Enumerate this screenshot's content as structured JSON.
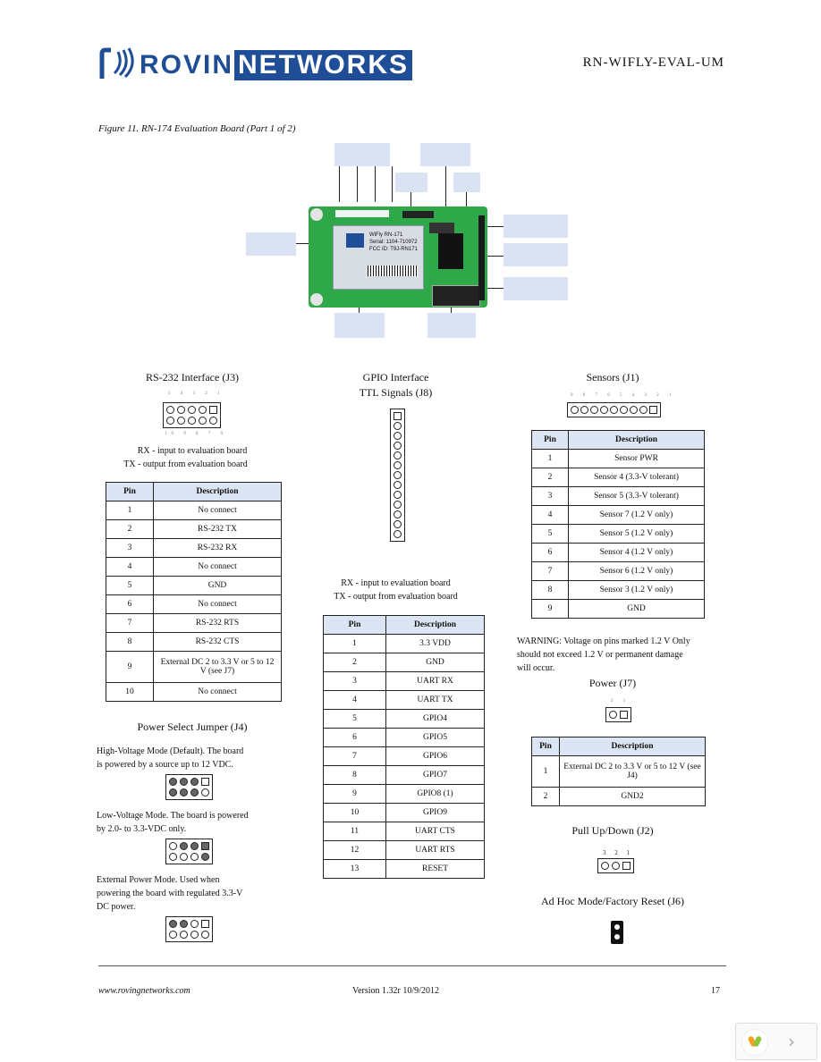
{
  "header": {
    "logo_text_1": "ROVING",
    "logo_text_2": "NETWORKS",
    "doc_id": "RN-WIFLY-EVAL-UM"
  },
  "figure": {
    "caption": "Figure 11. RN-174 Evaluation Board (Part 1 of 2)",
    "board_module_text": [
      "WiFly RN-171",
      "Serial: 1104-710972",
      "FCC ID: T9J-RN171"
    ]
  },
  "rs232": {
    "title": "RS-232 Interface (J3)",
    "top_pins": "5 4 3 2 1",
    "bottom_pins": "10 9 8 7 6",
    "note_rx": "RX - input to evaluation board",
    "note_tx": "TX - output from evaluation board",
    "columns": [
      "Pin",
      "Description"
    ],
    "rows": [
      [
        "1",
        "No connect"
      ],
      [
        "2",
        "RS-232 TX"
      ],
      [
        "3",
        "RS-232 RX"
      ],
      [
        "4",
        "No connect"
      ],
      [
        "5",
        "GND"
      ],
      [
        "6",
        "No connect"
      ],
      [
        "7",
        "RS-232 RTS"
      ],
      [
        "8",
        "RS-232 CTS"
      ],
      [
        "9",
        "External DC 2 to 3.3 V or 5 to 12 V (see J7)"
      ],
      [
        "10",
        "No connect"
      ]
    ]
  },
  "power_select": {
    "title": "Power Select Jumper (J4)",
    "high_text": "High-Voltage Mode (Default). The board is powered by a source up to 12 VDC.",
    "low_text": "Low-Voltage Mode. The board is powered by 2.0- to 3.3-VDC only.",
    "ext_text": "External Power Mode. Used when powering the board with regulated 3.3-V DC power."
  },
  "gpio": {
    "title_1": "GPIO Interface",
    "title_2": "TTL Signals (J8)",
    "note_rx": "RX - input to evaluation board",
    "note_tx": "TX - output from evaluation board",
    "columns": [
      "Pin",
      "Description"
    ],
    "rows": [
      [
        "1",
        "3.3 VDD"
      ],
      [
        "2",
        "GND"
      ],
      [
        "3",
        "UART RX"
      ],
      [
        "4",
        "UART TX"
      ],
      [
        "5",
        "GPIO4"
      ],
      [
        "6",
        "GPIO5"
      ],
      [
        "7",
        "GPIO6"
      ],
      [
        "8",
        "GPIO7"
      ],
      [
        "9",
        "GPIO8 (1)"
      ],
      [
        "10",
        "GPIO9"
      ],
      [
        "11",
        "UART CTS"
      ],
      [
        "12",
        "UART RTS"
      ],
      [
        "13",
        "RESET"
      ]
    ]
  },
  "sensors": {
    "title": "Sensors (J1)",
    "pins": "9 8 7 6 5 4 3 2 1",
    "columns": [
      "Pin",
      "Description"
    ],
    "rows": [
      [
        "1",
        "Sensor PWR"
      ],
      [
        "2",
        "Sensor 4 (3.3-V tolerant)"
      ],
      [
        "3",
        "Sensor 5 (3.3-V tolerant)"
      ],
      [
        "4",
        "Sensor 7 (1.2 V only)"
      ],
      [
        "5",
        "Sensor 5 (1.2 V only)"
      ],
      [
        "6",
        "Sensor 4 (1.2 V only)"
      ],
      [
        "7",
        "Sensor 6 (1.2 V only)"
      ],
      [
        "8",
        "Sensor 3 (1.2 V only)"
      ],
      [
        "9",
        "GND"
      ]
    ],
    "warning": "WARNING: Voltage on pins marked 1.2 V Only should not exceed 1.2 V or permanent damage will occur."
  },
  "power_j7": {
    "title": "Power (J7)",
    "pins": "2 1",
    "columns": [
      "Pin",
      "Description"
    ],
    "rows": [
      [
        "1",
        "External DC 2 to 3.3 V or 5 to 12 V (see J4)"
      ],
      [
        "2",
        "GND2"
      ]
    ]
  },
  "pullup": {
    "title": "Pull Up/Down (J2)",
    "pins": "3 2 1"
  },
  "adhoc": {
    "title": "Ad Hoc Mode/Factory Reset (J6)"
  },
  "footer": {
    "website": "www.rovingnetworks.com",
    "version": "Version 1.32r 10/9/2012",
    "page": "17"
  }
}
